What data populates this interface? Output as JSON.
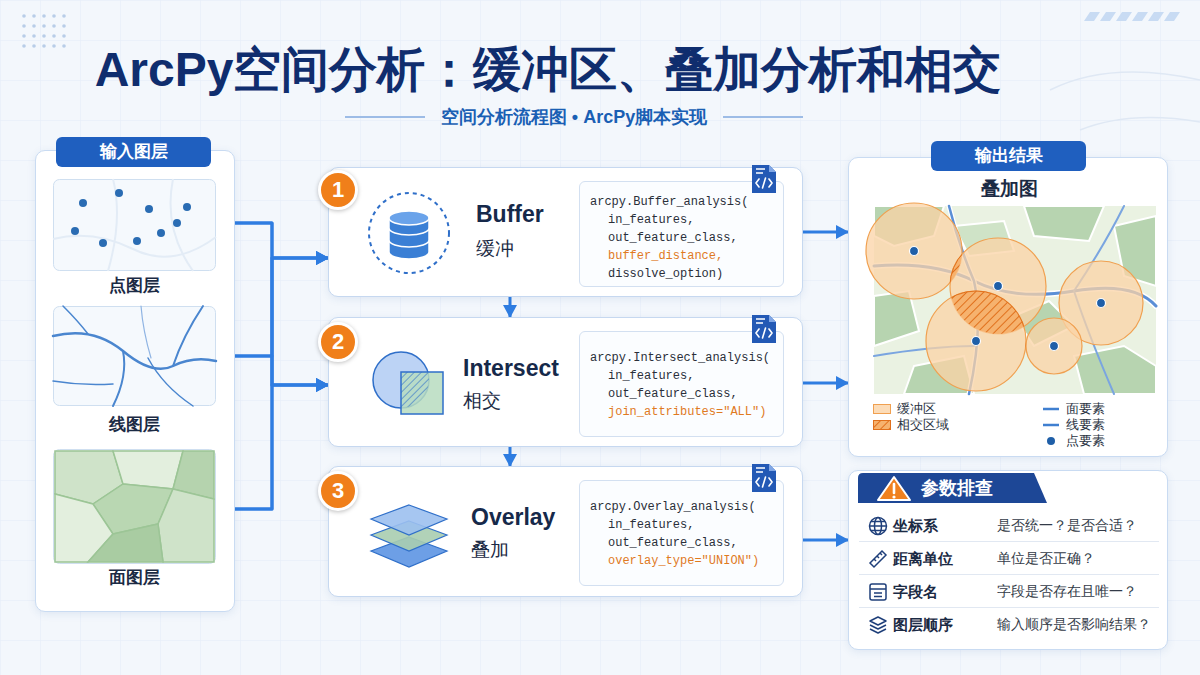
{
  "diagram": {
    "title": "ArcPy空间分析：缓冲区、叠加分析和相交",
    "caption": "空间分析流程图 • ArcPy脚本实现",
    "nodes": [
      {
        "text": [
          "输入图层"
        ]
      },
      {
        "text": [
          "点图层"
        ],
        "in": 0
      },
      {
        "text": [
          "线图层"
        ],
        "in": 0
      },
      {
        "text": [
          "面图层"
        ],
        "in": 0
      },
      {
        "text": [
          "Buffer",
          "缓冲"
        ]
      },
      {
        "text": [
          "arcpy.Buffer_analysis(",
          "in_features,",
          "out_feature_class,",
          "buffer_distance,",
          "dissolve_option)"
        ],
        "in": 4
      },
      {
        "text": [
          "Intersect",
          "相交"
        ]
      },
      {
        "text": [
          "arcpy.Intersect_analysis(",
          "in_features,",
          "out_feature_class,",
          "join_attributes=\"ALL\")"
        ],
        "in": 6
      },
      {
        "text": [
          "Overlay",
          "叠加"
        ]
      },
      {
        "text": [
          "arcpy.Overlay_analysis(",
          "in_features,",
          "out_feature_class,",
          "overlay_type=\"UNION\")"
        ],
        "in": 8
      },
      {
        "text": [
          "输出结果",
          "叠加图"
        ]
      },
      {
        "text": [
          "参数排查"
        ]
      },
      {
        "text": [
          "坐标系",
          "是否统一？是否合适？"
        ],
        "in": 11
      },
      {
        "text": [
          "距离单位",
          "单位是否正确？"
        ],
        "in": 11
      },
      {
        "text": [
          "字段名",
          "字段是否存在且唯一？"
        ],
        "in": 11
      },
      {
        "text": [
          "图层顺序",
          "输入顺序是否影响结果？"
        ],
        "in": 11
      }
    ],
    "edges": [
      {
        "from": 1,
        "to": 4,
        "arrow": "to"
      },
      {
        "from": 2,
        "to": 4,
        "arrow": "to"
      },
      {
        "from": 3,
        "to": 4,
        "arrow": "to"
      },
      {
        "from": 1,
        "to": 6,
        "arrow": "to"
      },
      {
        "from": 2,
        "to": 6,
        "arrow": "to"
      },
      {
        "from": 3,
        "to": 6,
        "arrow": "to"
      },
      {
        "from": 4,
        "to": 6,
        "arrow": "to"
      },
      {
        "from": 6,
        "to": 8,
        "arrow": "to"
      },
      {
        "from": 4,
        "to": 10,
        "arrow": "to"
      },
      {
        "from": 6,
        "to": 10,
        "arrow": "to"
      },
      {
        "from": 8,
        "to": 11,
        "arrow": "to"
      }
    ],
    "labels": [
      "1",
      "2",
      "3"
    ],
    "legend": [
      {
        "text": "缓冲区",
        "color": "#fcdcb8"
      },
      {
        "text": "相交区域"
      },
      {
        "text": "面要素"
      },
      {
        "text": "线要素"
      },
      {
        "text": "点要素"
      }
    ]
  }
}
